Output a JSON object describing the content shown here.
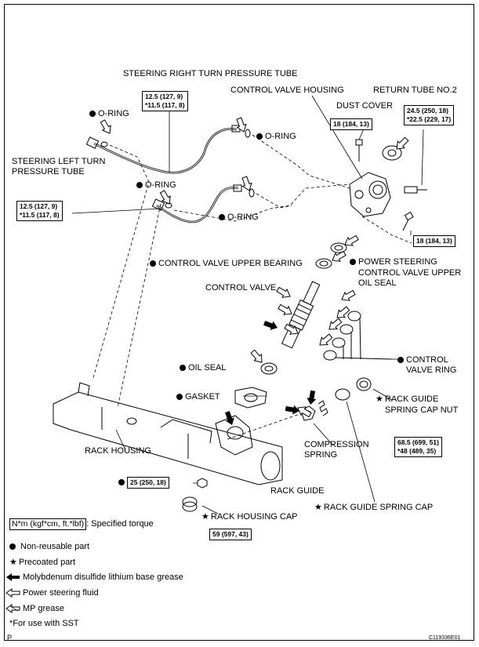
{
  "labels": {
    "right_tube": "STEERING RIGHT TURN PRESSURE TUBE",
    "control_valve_housing": "CONTROL VALVE HOUSING",
    "return_tube": "RETURN TUBE NO.2",
    "dust_cover": "DUST COVER",
    "left_tube_1": "STEERING LEFT TURN",
    "left_tube_2": "PRESSURE TUBE",
    "o_ring": "O-RING",
    "upper_bearing": "CONTROL VALVE UPPER BEARING",
    "upper_oil_seal_1": "POWER STEERING",
    "upper_oil_seal_2": "CONTROL VALVE UPPER",
    "upper_oil_seal_3": "OIL SEAL",
    "control_valve": "CONTROL VALVE",
    "control_valve_ring_1": "CONTROL",
    "control_valve_ring_2": "VALVE RING",
    "oil_seal": "OIL SEAL",
    "gasket": "GASKET",
    "rack_guide_nut_1": "RACK GUIDE",
    "rack_guide_nut_2": "SPRING CAP NUT",
    "rack_housing": "RACK HOUSING",
    "compression_spring_1": "COMPRESSION",
    "compression_spring_2": "SPRING",
    "rack_guide": "RACK GUIDE",
    "rack_guide_cap": "RACK GUIDE SPRING CAP",
    "rack_housing_cap": "RACK HOUSING CAP"
  },
  "torques": {
    "t_right_tube_1": "12.5 (127, 9)",
    "t_right_tube_2": "*11.5 (117, 8)",
    "t_left_tube_1": "12.5 (127, 9)",
    "t_left_tube_2": "*11.5 (117, 8)",
    "t_housing_bolt_top": "18 (184, 13)",
    "t_return_tube_1": "24.5 (250, 18)",
    "t_return_tube_2": "*22.5 (229, 17)",
    "t_housing_bolt_bottom": "18 (184, 13)",
    "t_spring_cap_1": "68.5 (699, 51)",
    "t_spring_cap_2": "*48 (489, 35)",
    "t_small_nut": "25 (250, 18)",
    "t_rack_cap": "59 (597, 43)"
  },
  "legend": {
    "torque_box": "N*m (kgf*cm, ft.*lbf)",
    "torque_text": ": Specified torque",
    "non_reusable": "Non-reusable part",
    "precoated": "Precoated part",
    "moly_grease": "Molybdenum disulfide lithium base grease",
    "ps_fluid": "Power steering fluid",
    "mp_grease": "MP grease",
    "sst": "*For use with SST"
  },
  "footer": {
    "page_marker": "P",
    "figure_code": "C119336E01"
  }
}
